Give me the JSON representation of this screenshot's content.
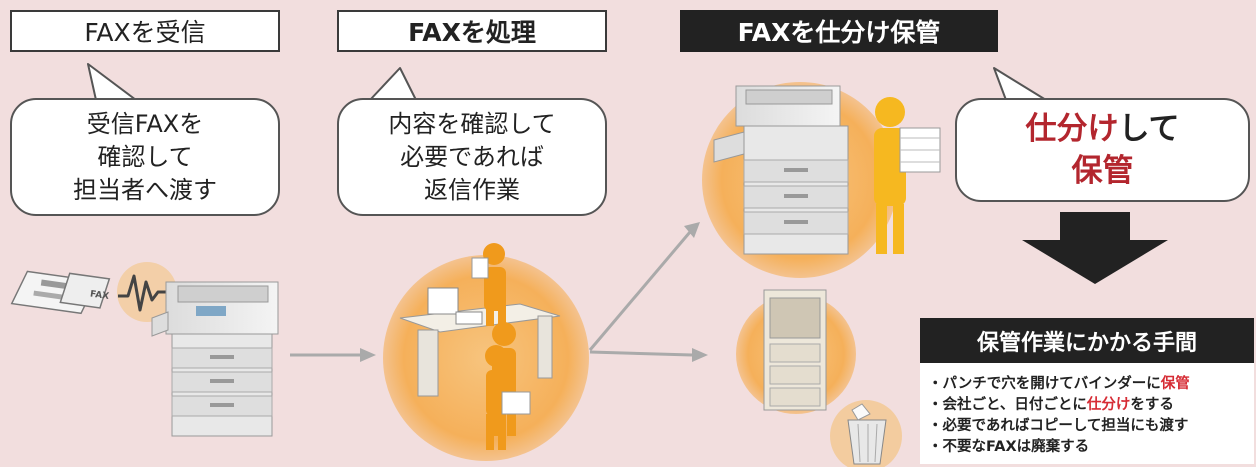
{
  "steps": [
    {
      "title": "FAXを受信",
      "bubble_lines": [
        "受信FAXを",
        "確認して",
        "担当者へ渡す"
      ]
    },
    {
      "title": "FAXを処理",
      "bubble_lines": [
        "内容を確認して",
        "必要であれば",
        "返信作業"
      ]
    },
    {
      "title": "FAXを仕分け保管",
      "bubble_part1": "仕分け",
      "bubble_part2": "して",
      "bubble_part3": "保管"
    }
  ],
  "burden": {
    "title": "保管作業にかかる手間",
    "items": [
      {
        "pre": "・パンチで穴を開けてバインダーに",
        "em": "保管",
        "post": ""
      },
      {
        "pre": "・会社ごと、日付ごとに",
        "em": "仕分け",
        "post": "をする"
      },
      {
        "pre": "・必要であればコピーして担当にも渡す",
        "em": "",
        "post": ""
      },
      {
        "pre": "・不要なFAXは廃棄する",
        "em": "",
        "post": ""
      }
    ]
  },
  "colors": {
    "background": "#f2dede",
    "accent": "#b3262e",
    "figure": "#f0a020",
    "circle": "#f9b860"
  }
}
